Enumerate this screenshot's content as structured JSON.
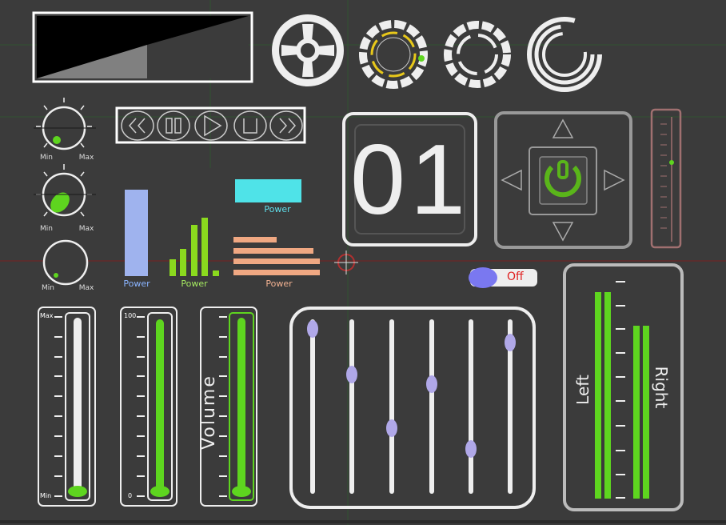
{
  "knobs": [
    {
      "min_label": "Min",
      "max_label": "Max"
    },
    {
      "min_label": "Min",
      "max_label": "Max"
    },
    {
      "min_label": "Min",
      "max_label": "Max"
    }
  ],
  "transport": {
    "buttons": [
      "rewind",
      "pause",
      "play",
      "stop",
      "fast-forward"
    ]
  },
  "meters": {
    "bar_blue_label": "Power",
    "bar_green_label": "Power",
    "bar_orange_label": "Power",
    "cyan_label": "Power"
  },
  "display": {
    "digits": "01"
  },
  "toggle": {
    "label": "Off",
    "state": "off"
  },
  "sliders": [
    {
      "top_label": "Max",
      "bottom_label": "Min"
    },
    {
      "top_label": "100",
      "bottom_label": "0"
    },
    {
      "title": "Volume"
    }
  ],
  "vu": {
    "left_label": "Left",
    "right_label": "Right"
  },
  "colors": {
    "accent_green": "#5ed51f",
    "lavender": "#b0a8e8",
    "orange": "#f0a882",
    "cyan": "#4fe3e8",
    "blue_bar": "#9fb3ee"
  }
}
